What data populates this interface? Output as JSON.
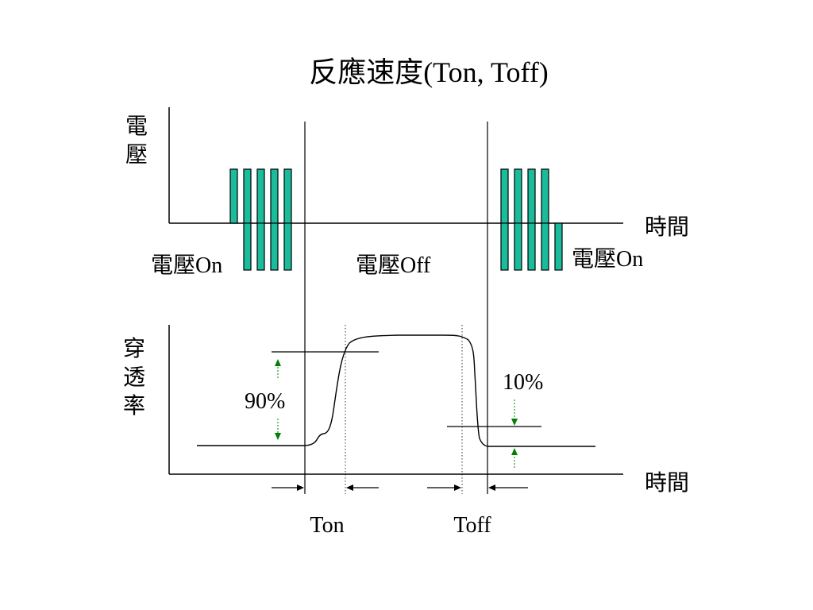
{
  "title": "反應速度(Ton, Toff)",
  "top_chart": {
    "y_label": "電壓",
    "x_label": "時間",
    "label_on_left": "電壓On",
    "label_off": "電壓Off",
    "label_on_right": "電壓On"
  },
  "bottom_chart": {
    "y_label": "穿透率",
    "x_label": "時間",
    "label_90": "90%",
    "label_10": "10%"
  },
  "timing": {
    "ton_label": "Ton",
    "toff_label": "Toff"
  },
  "colors": {
    "pulse_fill": "#1abc9c",
    "timing_label": "#990033",
    "green_arrow": "#008000"
  }
}
